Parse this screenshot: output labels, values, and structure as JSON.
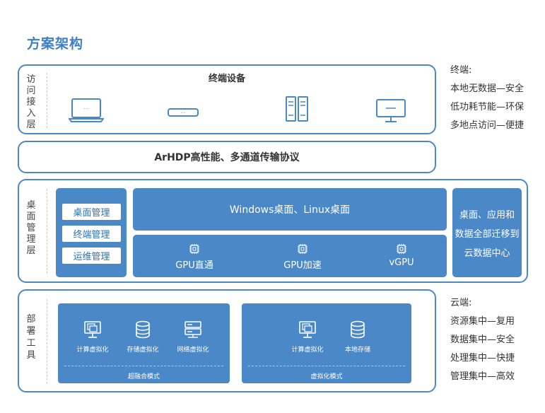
{
  "title": "方案架构",
  "access_layer": {
    "side_label": "访问接入层",
    "title": "终端设备",
    "devices": [
      {
        "icon": "laptop-icon"
      },
      {
        "icon": "thin-client-icon"
      },
      {
        "icon": "server-rack-icon"
      },
      {
        "icon": "monitor-icon"
      }
    ]
  },
  "protocol_layer": {
    "label": "ArHDP高性能、多通道传输协议"
  },
  "desktop_layer": {
    "side_label": "桌面管理层",
    "management": [
      "桌面管理",
      "终端管理",
      "运维管理"
    ],
    "os_label": "Windows桌面、Linux桌面",
    "gpu": [
      "GPU直通",
      "GPU加速",
      "vGPU"
    ],
    "migration": [
      "桌面、应用和",
      "数据全部迁移到",
      "云数据中心"
    ]
  },
  "deploy_layer": {
    "side_label": "部署工具",
    "hyper": {
      "items": [
        {
          "label": "计算虚拟化",
          "icon": "compute-monitor-icon"
        },
        {
          "label": "存储虚拟化",
          "icon": "storage-db-icon"
        },
        {
          "label": "网络虚拟化",
          "icon": "network-server-icon"
        }
      ],
      "mode": "超融合模式"
    },
    "virt": {
      "items": [
        {
          "label": "计算虚拟化",
          "icon": "compute-monitor-icon"
        },
        {
          "label": "本地存储",
          "icon": "storage-db-icon"
        }
      ],
      "mode": "虚拟化模式"
    }
  },
  "terminal_notes": {
    "heading": "终端:",
    "lines": [
      "本地无数据—安全",
      "低功耗节能—环保",
      "多地点访问—便捷"
    ]
  },
  "cloud_notes": {
    "heading": "云端:",
    "lines": [
      "资源集中—复用",
      "数据集中—安全",
      "处理集中—快捷",
      "管理集中—高效"
    ]
  },
  "colors": {
    "accent": "#4a88c8",
    "title": "#3d7fc1"
  }
}
